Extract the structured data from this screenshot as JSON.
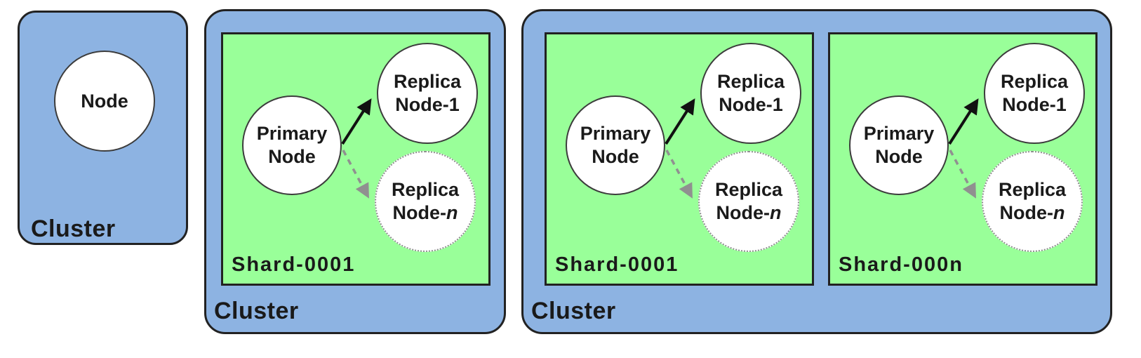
{
  "colors": {
    "cluster_fill": "#8db3e2",
    "shard_fill": "#99ff99",
    "node_fill": "#ffffff",
    "outline": "#222222",
    "circle_outline": "#3c3c3c",
    "dotted_outline": "#8f8f8f",
    "text": "#1a1a1a",
    "arrow_solid": "#111111",
    "arrow_dashed": "#909090"
  },
  "clusters": [
    {
      "label": "Cluster",
      "node": {
        "label": "Node"
      }
    },
    {
      "label": "Cluster",
      "shards": [
        {
          "label": "Shard-0001",
          "primary": {
            "line1": "Primary",
            "line2": "Node"
          },
          "replica1": {
            "line1": "Replica",
            "line2": "Node-1"
          },
          "replica_n": {
            "line1": "Replica",
            "line2_prefix": "Node-",
            "line2_suffix": "n"
          }
        }
      ]
    },
    {
      "label": "Cluster",
      "shards": [
        {
          "label": "Shard-0001",
          "primary": {
            "line1": "Primary",
            "line2": "Node"
          },
          "replica1": {
            "line1": "Replica",
            "line2": "Node-1"
          },
          "replica_n": {
            "line1": "Replica",
            "line2_prefix": "Node-",
            "line2_suffix": "n"
          }
        },
        {
          "label": "Shard-000n",
          "primary": {
            "line1": "Primary",
            "line2": "Node"
          },
          "replica1": {
            "line1": "Replica",
            "line2": "Node-1"
          },
          "replica_n": {
            "line1": "Replica",
            "line2_prefix": "Node-",
            "line2_suffix": "n"
          }
        }
      ]
    }
  ]
}
